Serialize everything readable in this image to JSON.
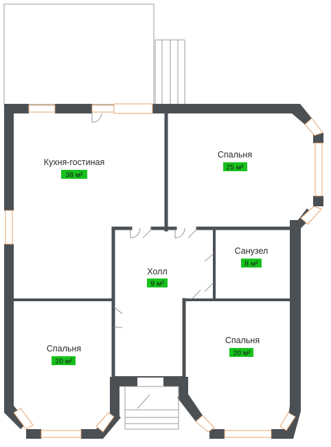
{
  "rooms": [
    {
      "id": "kitchen",
      "name": "Кухня-гостиная",
      "area": "38 м²"
    },
    {
      "id": "bedroom-ne",
      "name": "Спальня",
      "area": "25 м²"
    },
    {
      "id": "bathroom",
      "name": "Санузел",
      "area": "8 м²"
    },
    {
      "id": "hall",
      "name": "Холл",
      "area": "9 м²"
    },
    {
      "id": "bedroom-sw",
      "name": "Спальня",
      "area": "20 м²"
    },
    {
      "id": "bedroom-se",
      "name": "Спальня",
      "area": "20 м²"
    }
  ],
  "colors": {
    "wall": "#4b5055",
    "area_badge": "#17c21d",
    "window_frame": "#e3a36e"
  }
}
